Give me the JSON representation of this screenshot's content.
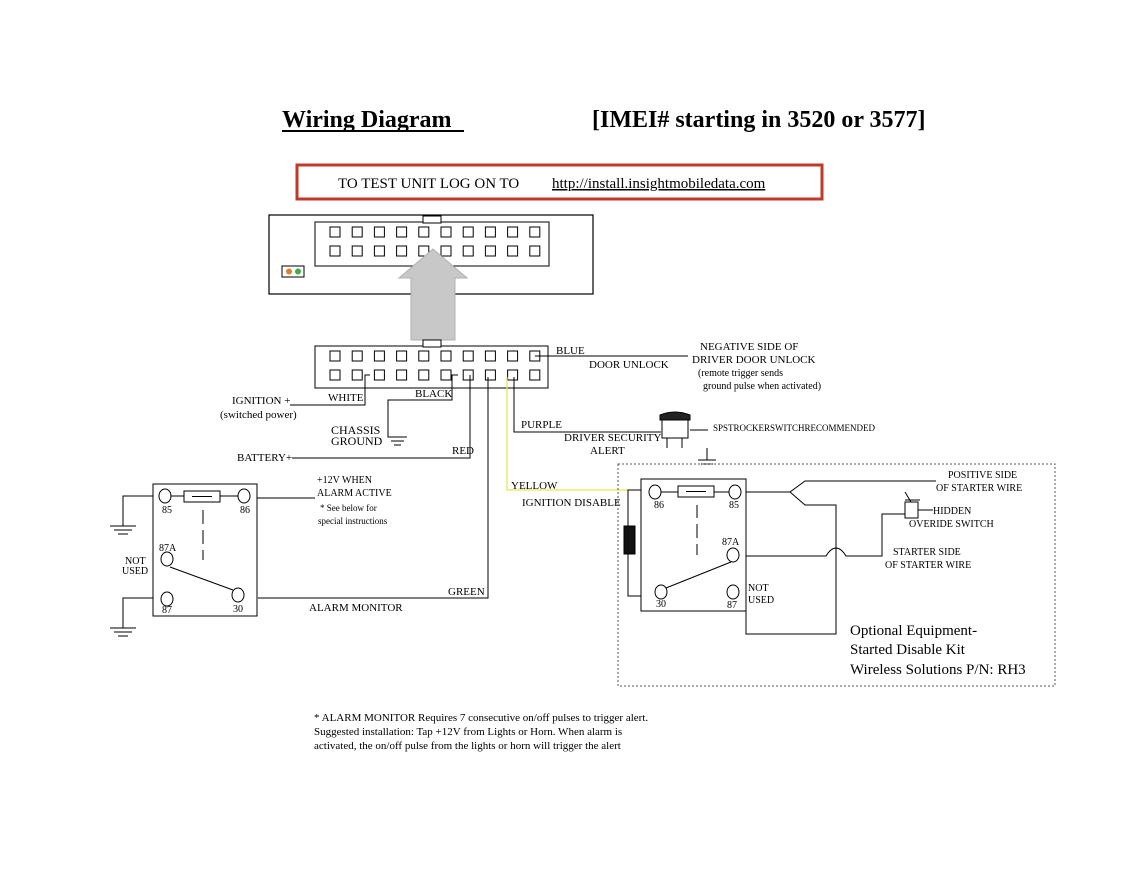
{
  "header": {
    "title": "Wiring Diagram",
    "imei": "[IMEI# starting in 3520 or 3577]"
  },
  "test_notice": {
    "prefix": "TO TEST UNIT LOG ON TO",
    "link": "http://install.insightmobiledata.com"
  },
  "wires": {
    "blue": "BLUE",
    "door_unlock": "DOOR UNLOCK",
    "neg_door_1": "NEGATIVE SIDE OF",
    "neg_door_2": "DRIVER DOOR UNLOCK",
    "neg_door_3": "(remote trigger sends",
    "neg_door_4": "ground pulse when activated)",
    "ignition_1": "IGNITION +",
    "ignition_2": "(switched power)",
    "white": "WHITE",
    "black": "BLACK",
    "chassis_1": "CHASSIS",
    "chassis_2": "GROUND",
    "purple": "PURPLE",
    "driver_sec_1": "DRIVER SECURITY",
    "driver_sec_2": "ALERT",
    "spst": "SPSTROCKERSWITCHRECOMMENDED",
    "battery": "BATTERY+",
    "red": "RED",
    "yellow": "YELLOW",
    "ignition_disable": "IGNITION DISABLE",
    "green": "GREEN",
    "alarm_monitor": "ALARM MONITOR"
  },
  "alarm_relay": {
    "p85": "85",
    "p86": "86",
    "p87a": "87A",
    "p87": "87",
    "p30": "30",
    "not_used_1": "NOT",
    "not_used_2": "USED",
    "v12_1": "+12V WHEN",
    "v12_2": "ALARM ACTIVE",
    "see_1": "* See below for",
    "see_2": "special instructions"
  },
  "starter_relay": {
    "p86": "86",
    "p85": "85",
    "p87a": "87A",
    "p30": "30",
    "p87": "87",
    "not_used_1": "NOT",
    "not_used_2": "USED",
    "pos_1": "POSITIVE SIDE",
    "pos_2": "OF STARTER WIRE",
    "hidden_1": "HIDDEN",
    "hidden_2": "OVERIDE SWITCH",
    "starter_1": "STARTER SIDE",
    "starter_2": "OF STARTER WIRE",
    "opt_1": "Optional Equipment-",
    "opt_2": "Started Disable Kit",
    "opt_3": "Wireless Solutions P/N: RH3"
  },
  "footnote": {
    "line1": "* ALARM MONITOR Requires 7 consecutive on/off pulses to trigger alert.",
    "line2": "Suggested installation: Tap +12V from Lights or Horn. When alarm is",
    "line3": "activated, the on/off pulse from the lights or horn will trigger the alert"
  },
  "colors": {
    "notice_border": "#c0392b",
    "arrow_fill": "#c8c8c8",
    "led_orange": "#d9822b",
    "led_green": "#3cb043"
  }
}
